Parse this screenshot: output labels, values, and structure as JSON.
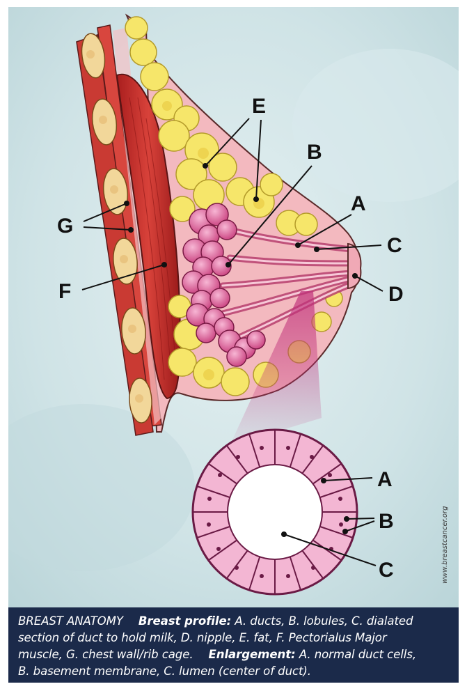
{
  "diagram": {
    "profile_labels": [
      "E",
      "B",
      "A",
      "C",
      "G",
      "F",
      "D"
    ],
    "enlargement_labels": [
      "A",
      "B",
      "C"
    ]
  },
  "credit": "www.breastcancer.org",
  "caption": {
    "heading": "BREAST ANATOMY",
    "profile_title": "Breast profile:",
    "profile_text_1": "A. ducts, B. lobules, C. dialated",
    "profile_text_2": "section of duct to hold milk, D. nipple, E. fat, F. Pectorialus Major",
    "profile_text_3": "muscle, G. chest wall/rib cage.",
    "enlargement_title": "Enlargement:",
    "enlargement_text_1": "A. normal duct cells,",
    "enlargement_text_2": "B. basement membrane, C. lumen (center of duct)."
  },
  "colors": {
    "background": "#cfe3e6",
    "muscle": "#c8302a",
    "fat": "#f6e66a",
    "tissue": "#f4b8c0",
    "lobule": "#e06aa0",
    "caption_bg": "#1b2a4a"
  }
}
